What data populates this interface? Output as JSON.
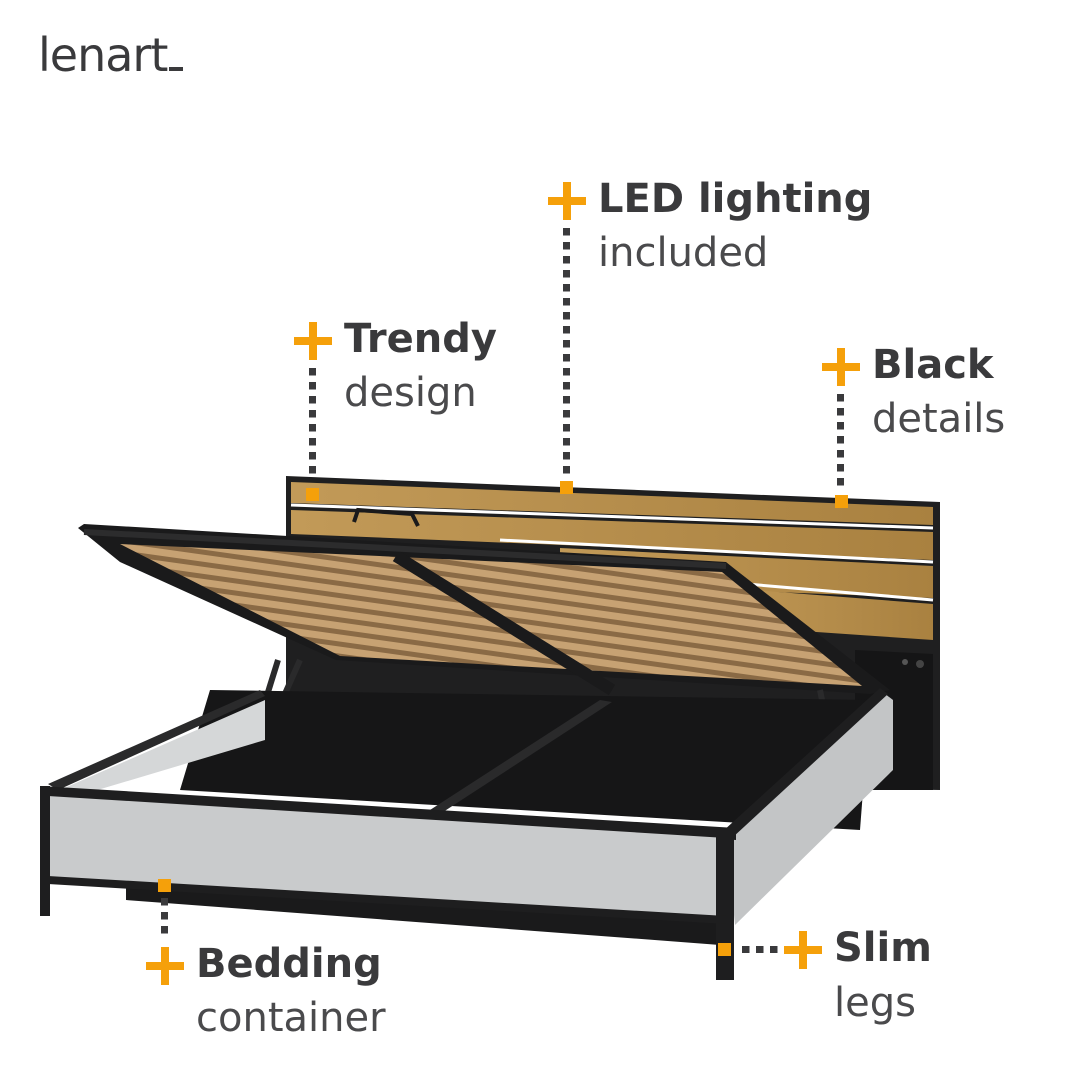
{
  "brand": {
    "logo_text": "lenart"
  },
  "colors": {
    "accent": "#f5a00a",
    "text": "#3a3a3c",
    "frame": "#1e1e1f",
    "wood": "#b58d4c",
    "panel": "#c9cbcc"
  },
  "icons": {
    "callout": "plus-icon"
  },
  "callouts": {
    "trendy": {
      "title": "Trendy",
      "subtitle": "design"
    },
    "led": {
      "title": "LED lighting",
      "subtitle": "included"
    },
    "black": {
      "title": "Black",
      "subtitle": "details"
    },
    "bedding": {
      "title": "Bedding",
      "subtitle": "container"
    },
    "slim": {
      "title": "Slim",
      "subtitle": "legs"
    }
  }
}
